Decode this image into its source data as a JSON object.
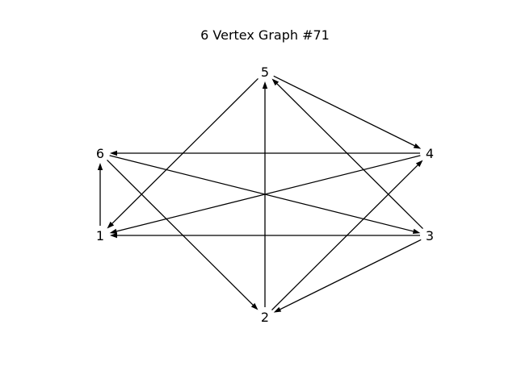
{
  "title": "6 Vertex Graph #71",
  "graph": {
    "directed": true,
    "nodes": [
      {
        "id": "1",
        "label": "1"
      },
      {
        "id": "2",
        "label": "2"
      },
      {
        "id": "3",
        "label": "3"
      },
      {
        "id": "4",
        "label": "4"
      },
      {
        "id": "5",
        "label": "5"
      },
      {
        "id": "6",
        "label": "6"
      }
    ],
    "edges": [
      {
        "from": "1",
        "to": "6"
      },
      {
        "from": "2",
        "to": "5"
      },
      {
        "from": "2",
        "to": "4"
      },
      {
        "from": "3",
        "to": "1"
      },
      {
        "from": "3",
        "to": "5"
      },
      {
        "from": "3",
        "to": "2"
      },
      {
        "from": "4",
        "to": "6"
      },
      {
        "from": "4",
        "to": "1"
      },
      {
        "from": "5",
        "to": "4"
      },
      {
        "from": "5",
        "to": "1"
      },
      {
        "from": "6",
        "to": "3"
      },
      {
        "from": "6",
        "to": "2"
      }
    ]
  }
}
